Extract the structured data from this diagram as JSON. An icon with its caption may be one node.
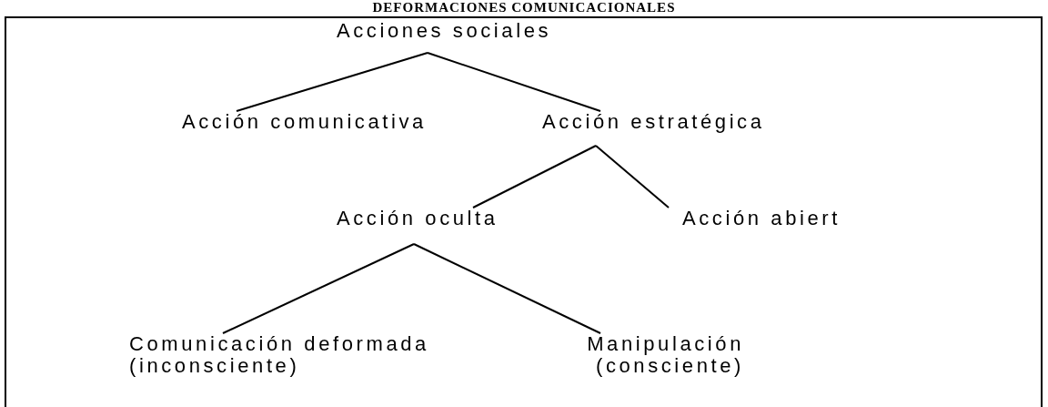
{
  "diagram": {
    "title": "DEFORMACIONES COMUNICACIONALES",
    "nodes": [
      {
        "text": [
          "Acciones sociales"
        ]
      },
      {
        "text": [
          "Acción comunicativa"
        ]
      },
      {
        "text": [
          "Acción estratégica"
        ]
      },
      {
        "text": [
          "Acción oculta"
        ]
      },
      {
        "text": [
          "Acción abiert"
        ]
      },
      {
        "text": [
          "Comunicación deformada (inconsciente)"
        ]
      },
      {
        "text": [
          "Manipulación (consciente)"
        ]
      }
    ],
    "edges": [
      {
        "from": 0,
        "to": 1,
        "arrow": "none"
      },
      {
        "from": 0,
        "to": 2,
        "arrow": "none"
      },
      {
        "from": 2,
        "to": 3,
        "arrow": "none"
      },
      {
        "from": 2,
        "to": 4,
        "arrow": "none"
      },
      {
        "from": 3,
        "to": 5,
        "arrow": "none"
      },
      {
        "from": 3,
        "to": 6,
        "arrow": "none"
      }
    ]
  }
}
